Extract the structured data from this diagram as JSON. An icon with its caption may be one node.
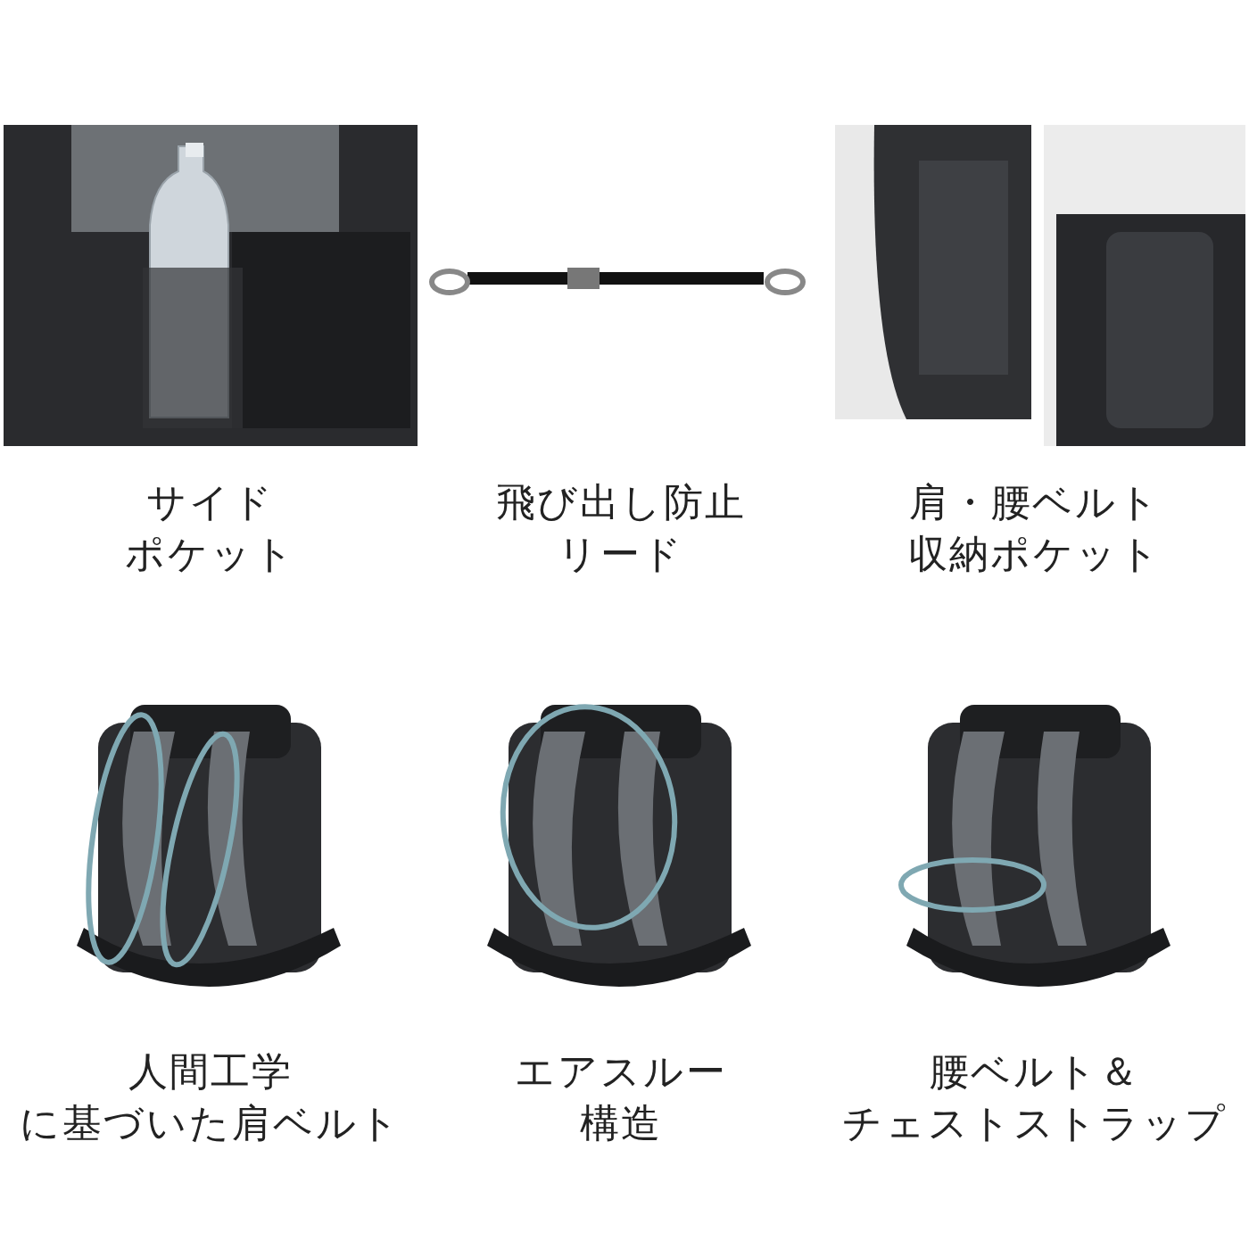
{
  "diagram": {
    "labels": [
      "サイドポケット",
      "飛び出し防止リード",
      "肩・腰ベルト収納ポケット",
      "人間工学に基づいた肩ベルト",
      "エアスルー構造",
      "腰ベルト＆チェストストラップ"
    ]
  }
}
